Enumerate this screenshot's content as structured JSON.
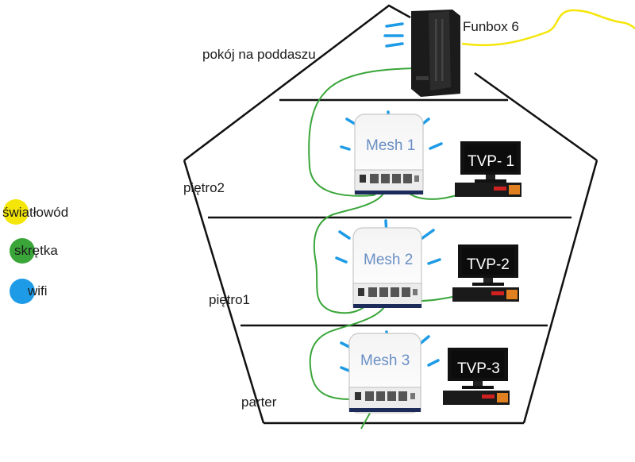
{
  "colors": {
    "fiber": "#f5e60a",
    "ethernet": "#3aa63a",
    "wifi": "#1e9be6",
    "house_outline": "#111111"
  },
  "router": {
    "label": "Funbox 6"
  },
  "floors": {
    "attic": "pokój na poddaszu",
    "second": "piętro2",
    "first": "piętro1",
    "ground": "parter"
  },
  "mesh": [
    {
      "label": "Mesh 1",
      "tv": "TVP- 1"
    },
    {
      "label": "Mesh 2",
      "tv": "TVP-2"
    },
    {
      "label": "Mesh 3",
      "tv": "TVP-3"
    }
  ],
  "legend": [
    {
      "label": "światłowód",
      "color": "#f5e60a"
    },
    {
      "label": "skrętka",
      "color": "#3aa63a"
    },
    {
      "label": "wifi",
      "color": "#1e9be6"
    }
  ]
}
